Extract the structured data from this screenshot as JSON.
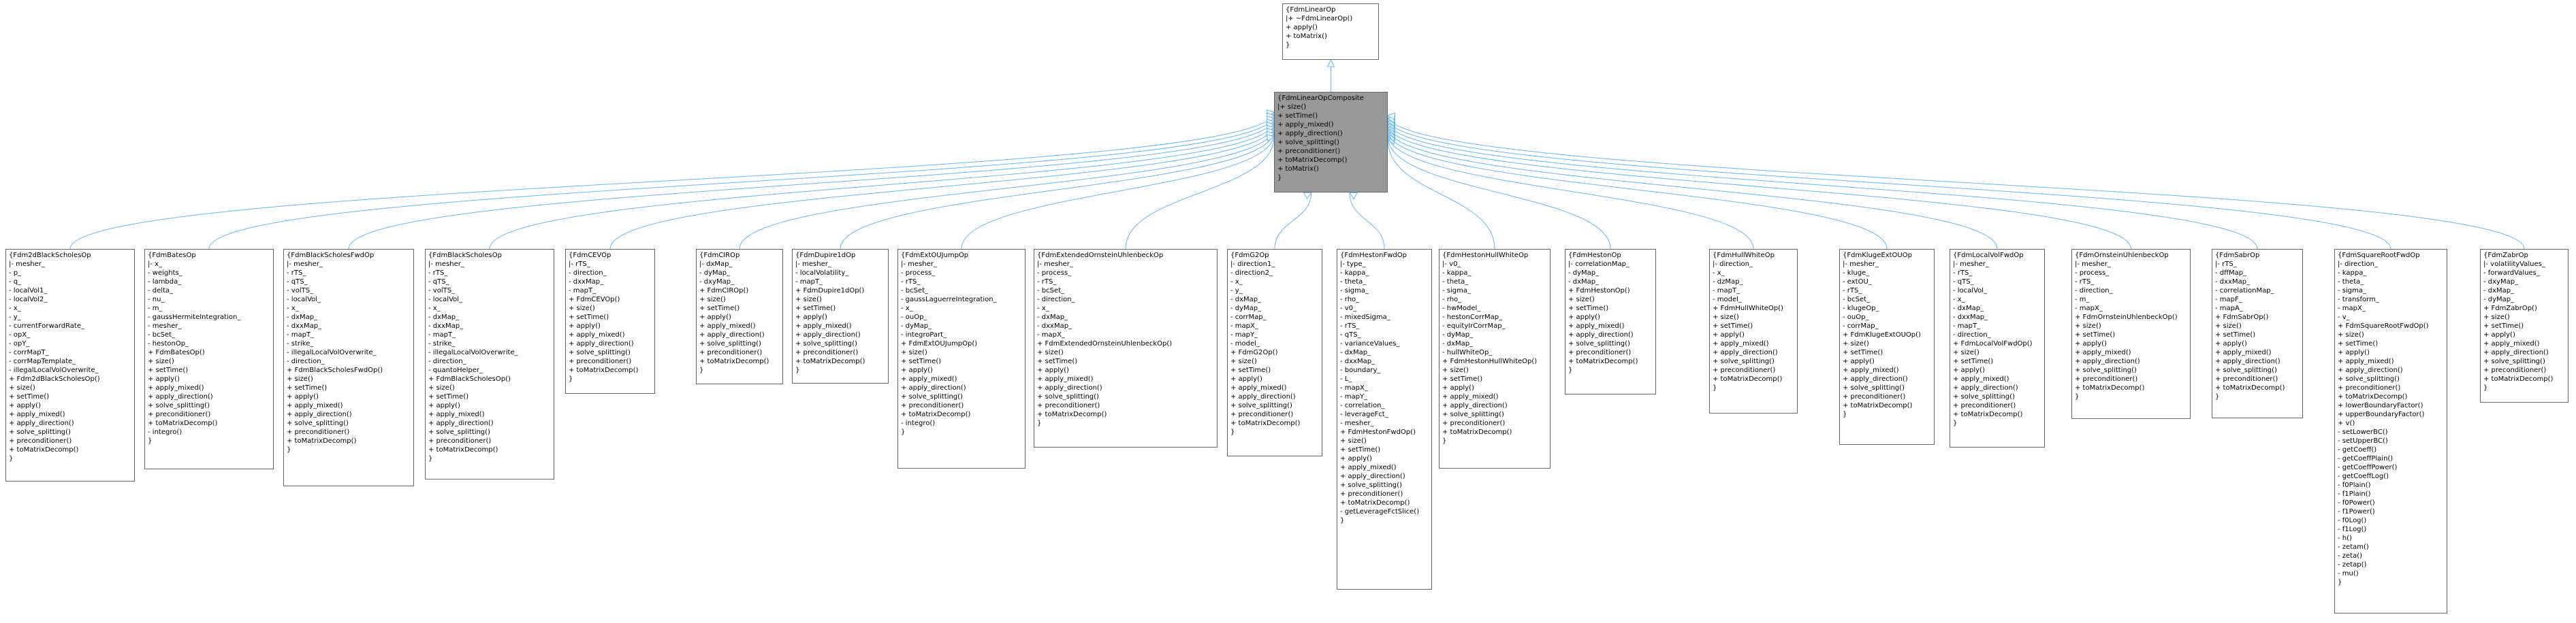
{
  "edge_color": "#63b8ff",
  "classes": [
    {
      "title": "FdmLinearOp",
      "members": [
        "+ ~FdmLinearOp()",
        "+ apply()",
        "+ toMatrix()"
      ]
    },
    {
      "title": "FdmLinearOpComposite",
      "members": [
        "+ size()",
        "+ setTime()",
        "+ apply_mixed()",
        "+ apply_direction()",
        "+ solve_splitting()",
        "+ preconditioner()",
        "+ toMatrixDecomp()",
        "+ toMatrix()"
      ]
    },
    {
      "title": "Fdm2dBlackScholesOp",
      "members": [
        "- mesher_",
        "- p_",
        "- q_",
        "- localVol1_",
        "- localVol2_",
        "- x_",
        "- y_",
        "- currentForwardRate_",
        "- opX_",
        "- opY_",
        "- corrMapT_",
        "- corrMapTemplate_",
        "- illegalLocalVolOverwrite_",
        "+ Fdm2dBlackScholesOp()",
        "+ size()",
        "+ setTime()",
        "+ apply()",
        "+ apply_mixed()",
        "+ apply_direction()",
        "+ solve_splitting()",
        "+ preconditioner()",
        "+ toMatrixDecomp()"
      ]
    },
    {
      "title": "FdmBatesOp",
      "members": [
        "- x_",
        "- weights_",
        "- lambda_",
        "- delta_",
        "- nu_",
        "- m_",
        "- gaussHermiteIntegration_",
        "- mesher_",
        "- bcSet_",
        "- hestonOp_",
        "+ FdmBatesOp()",
        "+ size()",
        "+ setTime()",
        "+ apply()",
        "+ apply_mixed()",
        "+ apply_direction()",
        "+ solve_splitting()",
        "+ preconditioner()",
        "+ toMatrixDecomp()",
        "- integro()"
      ]
    },
    {
      "title": "FdmBlackScholesFwdOp",
      "members": [
        "- mesher_",
        "- rTS_",
        "- qTS_",
        "- volTS_",
        "- localVol_",
        "- x_",
        "- dxMap_",
        "- dxxMap_",
        "- mapT_",
        "- strike_",
        "- illegalLocalVolOverwrite_",
        "- direction_",
        "+ FdmBlackScholesFwdOp()",
        "+ size()",
        "+ setTime()",
        "+ apply()",
        "+ apply_mixed()",
        "+ apply_direction()",
        "+ solve_splitting()",
        "+ preconditioner()",
        "+ toMatrixDecomp()"
      ]
    },
    {
      "title": "FdmBlackScholesOp",
      "members": [
        "- mesher_",
        "- rTS_",
        "- qTS_",
        "- volTS_",
        "- localVol_",
        "- x_",
        "- dxMap_",
        "- dxxMap_",
        "- mapT_",
        "- strike_",
        "- illegalLocalVolOverwrite_",
        "- direction_",
        "- quantoHelper_",
        "+ FdmBlackScholesOp()",
        "+ size()",
        "+ setTime()",
        "+ apply()",
        "+ apply_mixed()",
        "+ apply_direction()",
        "+ solve_splitting()",
        "+ preconditioner()",
        "+ toMatrixDecomp()"
      ]
    },
    {
      "title": "FdmCEVOp",
      "members": [
        "- rTS_",
        "- direction_",
        "- dxxMap_",
        "- mapT_",
        "+ FdmCEVOp()",
        "+ size()",
        "+ setTime()",
        "+ apply()",
        "+ apply_mixed()",
        "+ apply_direction()",
        "+ solve_splitting()",
        "+ preconditioner()",
        "+ toMatrixDecomp()"
      ]
    },
    {
      "title": "FdmCIROp",
      "members": [
        "- dxMap_",
        "- dyMap_",
        "- dxyMap_",
        "+ FdmCIROp()",
        "+ size()",
        "+ setTime()",
        "+ apply()",
        "+ apply_mixed()",
        "+ apply_direction()",
        "+ solve_splitting()",
        "+ preconditioner()",
        "+ toMatrixDecomp()"
      ]
    },
    {
      "title": "FdmDupire1dOp",
      "members": [
        "- mesher_",
        "- localVolatility_",
        "- mapT_",
        "+ FdmDupire1dOp()",
        "+ size()",
        "+ setTime()",
        "+ apply()",
        "+ apply_mixed()",
        "+ apply_direction()",
        "+ solve_splitting()",
        "+ preconditioner()",
        "+ toMatrixDecomp()"
      ]
    },
    {
      "title": "FdmExtOUJumpOp",
      "members": [
        "- mesher_",
        "- process_",
        "- rTS_",
        "- bcSet_",
        "- gaussLaguerreIntegration_",
        "- x_",
        "- ouOp_",
        "- dyMap_",
        "- integroPart_",
        "+ FdmExtOUJumpOp()",
        "+ size()",
        "+ setTime()",
        "+ apply()",
        "+ apply_mixed()",
        "+ apply_direction()",
        "+ solve_splitting()",
        "+ preconditioner()",
        "+ toMatrixDecomp()",
        "- integro()"
      ]
    },
    {
      "title": "FdmExtendedOrnsteinUhlenbeckOp",
      "members": [
        "- mesher_",
        "- process_",
        "- rTS_",
        "- bcSet_",
        "- direction_",
        "- x_",
        "- dxMap_",
        "- dxxMap_",
        "- mapX_",
        "+ FdmExtendedOrnsteinUhlenbeckOp()",
        "+ size()",
        "+ setTime()",
        "+ apply()",
        "+ apply_mixed()",
        "+ apply_direction()",
        "+ solve_splitting()",
        "+ preconditioner()",
        "+ toMatrixDecomp()"
      ]
    },
    {
      "title": "FdmG2Op",
      "members": [
        "- direction1_",
        "- direction2_",
        "- x_",
        "- y_",
        "- dxMap_",
        "- dyMap_",
        "- corrMap_",
        "- mapX_",
        "- mapY_",
        "- model_",
        "+ FdmG2Op()",
        "+ size()",
        "+ setTime()",
        "+ apply()",
        "+ apply_mixed()",
        "+ apply_direction()",
        "+ solve_splitting()",
        "+ preconditioner()",
        "+ toMatrixDecomp()"
      ]
    },
    {
      "title": "FdmHestonFwdOp",
      "members": [
        "- type_",
        "- kappa_",
        "- theta_",
        "- sigma_",
        "- rho_",
        "- v0_",
        "- mixedSigma_",
        "- rTS_",
        "- qTS_",
        "- varianceValues_",
        "- dxMap_",
        "- dxxMap_",
        "- boundary_",
        "- L_",
        "- mapX_",
        "- mapY_",
        "- correlation_",
        "- leverageFct_",
        "- mesher_",
        "+ FdmHestonFwdOp()",
        "+ size()",
        "+ setTime()",
        "+ apply()",
        "+ apply_mixed()",
        "+ apply_direction()",
        "+ solve_splitting()",
        "+ preconditioner()",
        "+ toMatrixDecomp()",
        "- getLeverageFctSlice()"
      ]
    },
    {
      "title": "FdmHestonHullWhiteOp",
      "members": [
        "- v0_",
        "- kappa_",
        "- theta_",
        "- sigma_",
        "- rho_",
        "- hwModel_",
        "- hestonCorrMap_",
        "- equityIrCorrMap_",
        "- dyMap_",
        "- dxMap_",
        "- hullWhiteOp_",
        "+ FdmHestonHullWhiteOp()",
        "+ size()",
        "+ setTime()",
        "+ apply()",
        "+ apply_mixed()",
        "+ apply_direction()",
        "+ solve_splitting()",
        "+ preconditioner()",
        "+ toMatrixDecomp()"
      ]
    },
    {
      "title": "FdmHestonOp",
      "members": [
        "- correlationMap_",
        "- dyMap_",
        "- dxMap_",
        "+ FdmHestonOp()",
        "+ size()",
        "+ setTime()",
        "+ apply()",
        "+ apply_mixed()",
        "+ apply_direction()",
        "+ solve_splitting()",
        "+ preconditioner()",
        "+ toMatrixDecomp()"
      ]
    },
    {
      "title": "FdmHullWhiteOp",
      "members": [
        "- direction_",
        "- x_",
        "- dzMap_",
        "- mapT_",
        "- model_",
        "+ FdmHullWhiteOp()",
        "+ size()",
        "+ setTime()",
        "+ apply()",
        "+ apply_mixed()",
        "+ apply_direction()",
        "+ solve_splitting()",
        "+ preconditioner()",
        "+ toMatrixDecomp()"
      ]
    },
    {
      "title": "FdmKlugeExtOUOp",
      "members": [
        "- mesher_",
        "- kluge_",
        "- extOU_",
        "- rTS_",
        "- bcSet_",
        "- klugeOp_",
        "- ouOp_",
        "- corrMap_",
        "+ FdmKlugeExtOUOp()",
        "+ size()",
        "+ setTime()",
        "+ apply()",
        "+ apply_mixed()",
        "+ apply_direction()",
        "+ solve_splitting()",
        "+ preconditioner()",
        "+ toMatrixDecomp()"
      ]
    },
    {
      "title": "FdmLocalVolFwdOp",
      "members": [
        "- mesher_",
        "- rTS_",
        "- qTS_",
        "- localVol_",
        "- x_",
        "- dxMap_",
        "- dxxMap_",
        "- mapT_",
        "- direction_",
        "+ FdmLocalVolFwdOp()",
        "+ size()",
        "+ setTime()",
        "+ apply()",
        "+ apply_mixed()",
        "+ apply_direction()",
        "+ solve_splitting()",
        "+ preconditioner()",
        "+ toMatrixDecomp()"
      ]
    },
    {
      "title": "FdmOrnsteinUhlenbeckOp",
      "members": [
        "- mesher_",
        "- process_",
        "- rTS_",
        "- direction_",
        "- m_",
        "- mapX_",
        "+ FdmOrnsteinUhlenbeckOp()",
        "+ size()",
        "+ setTime()",
        "+ apply()",
        "+ apply_mixed()",
        "+ apply_direction()",
        "+ solve_splitting()",
        "+ preconditioner()",
        "+ toMatrixDecomp()"
      ]
    },
    {
      "title": "FdmSabrOp",
      "members": [
        "- rTS_",
        "- dffMap_",
        "- dxxMap_",
        "- correlationMap_",
        "- mapF_",
        "- mapA_",
        "+ FdmSabrOp()",
        "+ size()",
        "+ setTime()",
        "+ apply()",
        "+ apply_mixed()",
        "+ apply_direction()",
        "+ solve_splitting()",
        "+ preconditioner()",
        "+ toMatrixDecomp()"
      ]
    },
    {
      "title": "FdmSquareRootFwdOp",
      "members": [
        "- direction_",
        "- kappa_",
        "- theta_",
        "- sigma_",
        "- transform_",
        "- mapX_",
        "- v_",
        "+ FdmSquareRootFwdOp()",
        "+ size()",
        "+ setTime()",
        "+ apply()",
        "+ apply_mixed()",
        "+ apply_direction()",
        "+ solve_splitting()",
        "+ preconditioner()",
        "+ toMatrixDecomp()",
        "+ lowerBoundaryFactor()",
        "+ upperBoundaryFactor()",
        "+ v()",
        "- setLowerBC()",
        "- setUpperBC()",
        "- getCoeff()",
        "- getCoeffPlain()",
        "- getCoeffPower()",
        "- getCoeffLog()",
        "- f0Plain()",
        "- f1Plain()",
        "- f0Power()",
        "- f1Power()",
        "- f0Log()",
        "- f1Log()",
        "- h()",
        "- zetam()",
        "- zeta()",
        "- zetap()",
        "- mu()"
      ]
    },
    {
      "title": "FdmZabrOp",
      "members": [
        "- volatilityValues_",
        "- forwardValues_",
        "- dxyMap_",
        "- dxMap_",
        "- dyMap_",
        "+ FdmZabrOp()",
        "+ size()",
        "+ setTime()",
        "+ apply()",
        "+ apply_mixed()",
        "+ apply_direction()",
        "+ solve_splitting()",
        "+ preconditioner()",
        "+ toMatrixDecomp()"
      ]
    }
  ]
}
